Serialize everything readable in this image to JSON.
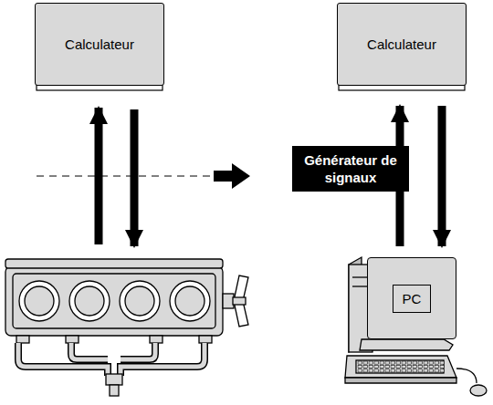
{
  "diagram": {
    "nodes": [
      {
        "text": [
          "Calculateur"
        ]
      },
      {
        "text": [
          "Calculateur"
        ]
      },
      {
        "text": [
          "Générateur de signaux"
        ]
      },
      {
        "text": [
          "PC"
        ]
      }
    ],
    "edges": [
      {
        "from": 3,
        "to": 2,
        "arrow": "none"
      },
      {
        "from": 2,
        "to": 1,
        "arrow": "to"
      },
      {
        "from": 1,
        "to": 3,
        "arrow": "to"
      }
    ]
  }
}
